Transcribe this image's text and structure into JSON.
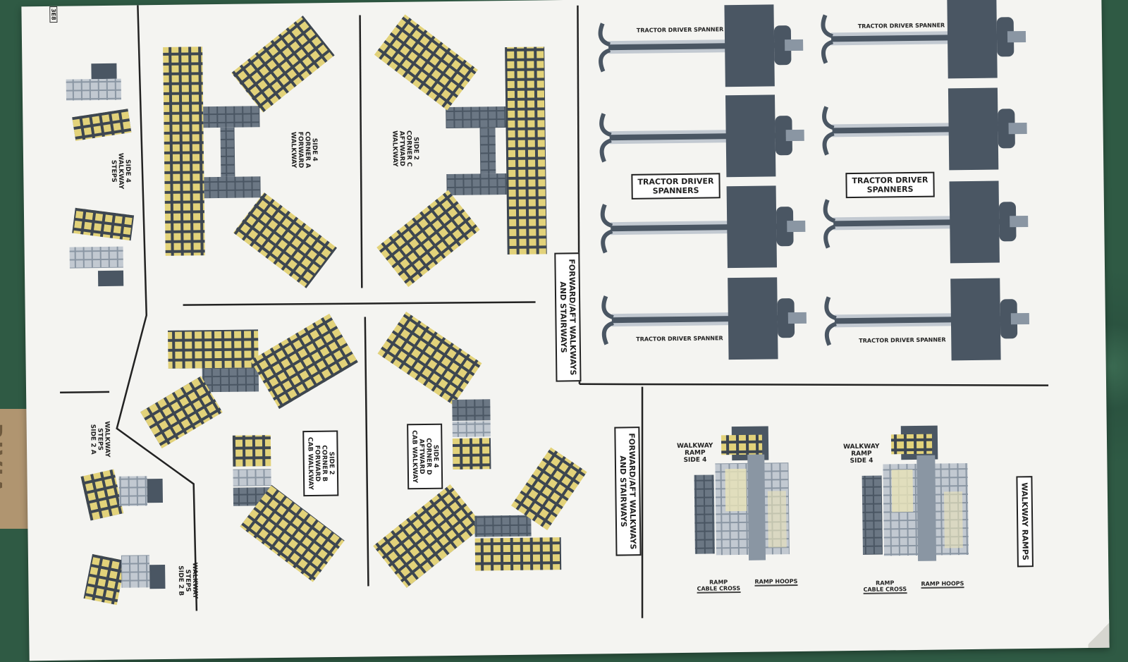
{
  "sheet": {
    "page_code": "3E8",
    "brand_fragment": "RIVIA"
  },
  "panels": {
    "side4_walkway_steps": "SIDE 4\nWALKWAY\nSTEPS",
    "side4_corner_a": "SIDE 4\nCORNER A\nFORWARD\nWALKWAY",
    "side2_corner_c": "SIDE 2\nCORNER C\nAFTWARD\nWALKWAY",
    "forward_aft_1": "FORWARD/AFT WALKWAYS\nAND STAIRWAYS",
    "side2_corner_b": "SIDE 2\nCORNER B\nFORWARD\nCAB WALKWAY",
    "side4_corner_d": "SIDE 4\nCORNER D\nAFTWARD\nCAB WALKWAY",
    "forward_aft_2": "FORWARD/AFT WALKWAYS\nAND STAIRWAYS",
    "walkway_steps_2a": "WALKWAY\nSTEPS\nSIDE 2 A",
    "walkway_steps_2b": "WALKWAY\nSTEPS\nSIDE 2 B",
    "walkway_ramps": "WALKWAY RAMPS"
  },
  "spanners": {
    "part_label": "TRACTOR DRIVER SPANNER",
    "group_label": "TRACTOR DRIVER\nSPANNERS"
  },
  "ramps": {
    "walkway_ramp_side4": "WALKWAY\nRAMP\nSIDE 4",
    "ramp_cable_cross": "RAMP\nCABLE CROSS",
    "ramp_hoops": "RAMP HOOPS"
  },
  "colors": {
    "sheet": "#f4f4f1",
    "dark_gray": "#4a5663",
    "mid_gray": "#8a96a3",
    "light_gray": "#c2c9d1",
    "yellow": "#e2d27a",
    "cream": "#e9e3b8",
    "line": "#222222"
  }
}
